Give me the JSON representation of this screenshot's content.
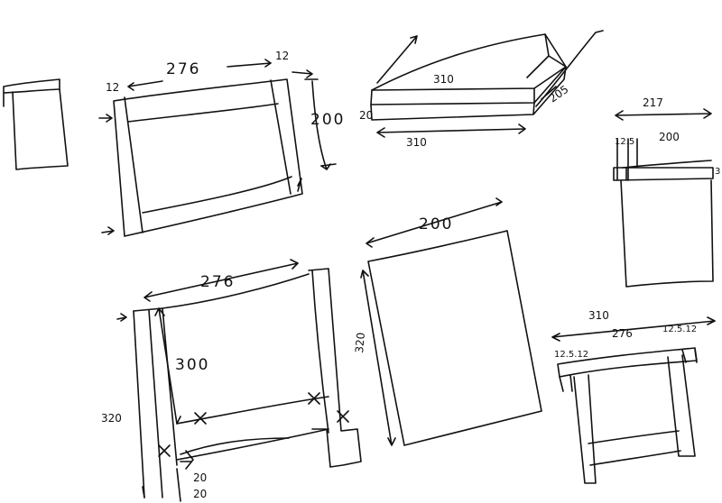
{
  "sketches": {
    "top_frame": {
      "width": "276",
      "side_left": "12",
      "side_right": "12",
      "height": "200"
    },
    "box": {
      "length_top": "310",
      "length_bottom": "310",
      "thickness": "20",
      "depth": "205"
    },
    "section": {
      "total": "217",
      "part_a": "12.5",
      "part_b": "200",
      "edge": "3"
    },
    "front": {
      "inner_width": "276",
      "inner_height": "300",
      "total_height": "320",
      "foot_a": "20",
      "foot_b": "20"
    },
    "panel": {
      "width": "200",
      "height": "320"
    },
    "table": {
      "total": "310",
      "left_parts": "12.5.12",
      "middle": "276",
      "right_parts": "12.5.12"
    }
  }
}
